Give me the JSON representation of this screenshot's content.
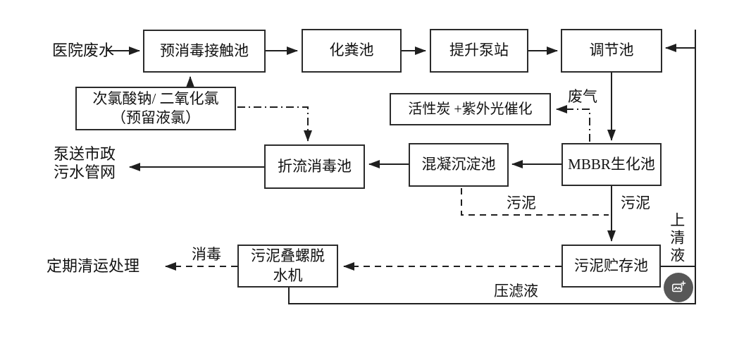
{
  "diagram": {
    "nodes": {
      "pre_disinfection_tank": {
        "label": "预消毒接触池"
      },
      "septic_tank": {
        "label": "化粪池"
      },
      "lift_pump_station": {
        "label": "提升泵站"
      },
      "regulation_tank": {
        "label": "调节池"
      },
      "chlorine_dosing": {
        "label": "次氯酸钠/ 二氧化氯\n（预留液氯）"
      },
      "activated_carbon_uv": {
        "label": "活性炭 +紫外光催化"
      },
      "baffled_disinfection_tank": {
        "label": "折流消毒池"
      },
      "coagulation_sedimentation_tank": {
        "label": "混凝沉淀池"
      },
      "mbbr_tank": {
        "label": "MBBR生化池"
      },
      "sludge_storage_tank": {
        "label": "污泥贮存池"
      },
      "sludge_screw_dewatering_machine": {
        "label": "污泥叠螺脱\n水机"
      }
    },
    "terminals": {
      "hospital_wastewater": {
        "label": "医院废水"
      },
      "municipal_sewer": {
        "label": "泵送市政\n污水管网"
      },
      "periodic_disposal": {
        "label": "定期清运处理"
      }
    },
    "edge_labels": {
      "waste_gas": "废气",
      "sludge_from_coagulation": "污泥",
      "sludge_from_mbbr": "污泥",
      "supernatant": "上清液",
      "disinfection": "消毒",
      "filtrate": "压滤液"
    },
    "colors": {
      "background": "#ffffff",
      "line": "#1f1f1f",
      "box_border": "#2b2b2b",
      "text": "#121212",
      "floating_button_bg": "#3a3a3a",
      "floating_button_icon": "#ffffff"
    },
    "floating_button": {
      "icon": "edit-image-icon"
    }
  }
}
